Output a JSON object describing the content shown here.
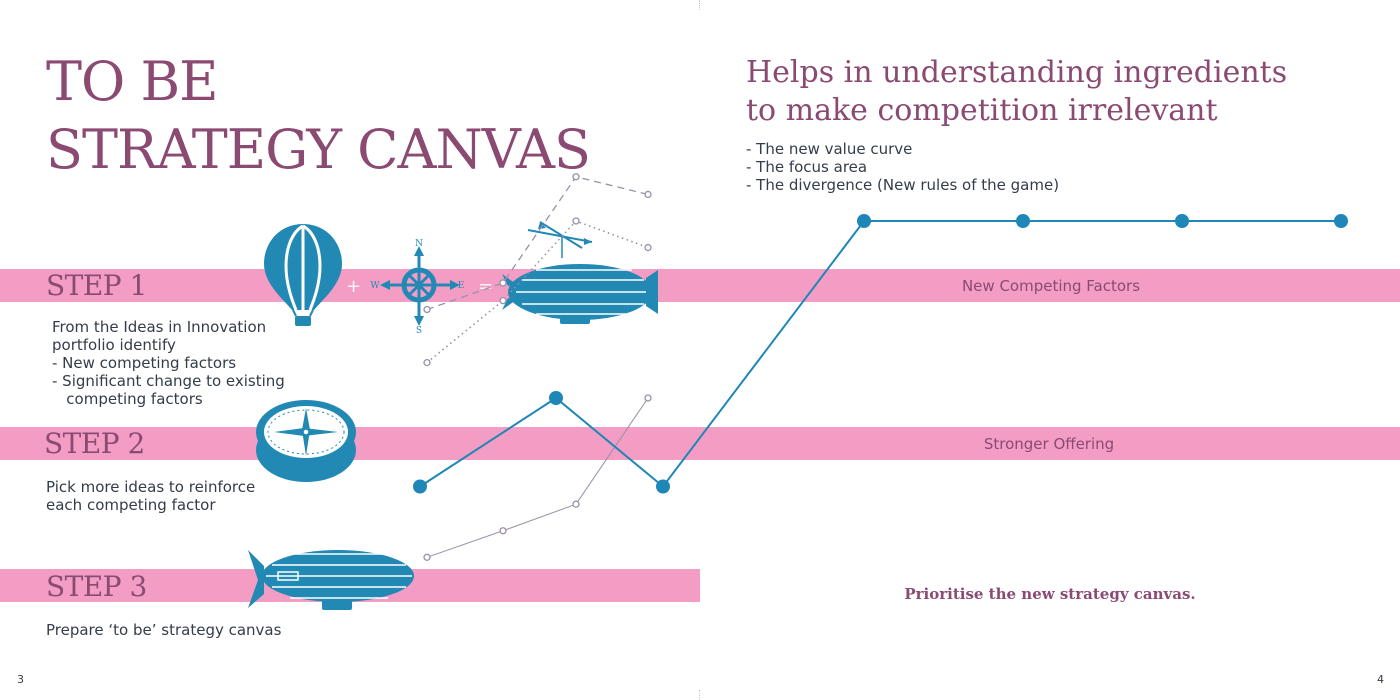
{
  "left_page": {
    "title_lines": [
      "TO BE",
      "STRATEGY CANVAS"
    ],
    "page_number": "3"
  },
  "right_page": {
    "headline_lines": [
      "Helps in understanding ingredients",
      "to make competition irrelevant"
    ],
    "bullets": [
      "- The new value curve",
      "- The focus area",
      "- The divergence (New rules of the game)"
    ],
    "footer_text": "Prioritise the new strategy canvas.",
    "page_number": "4"
  },
  "steps": [
    {
      "label": "STEP 1",
      "band_text": "New Competing Factors",
      "lines": [
        "From the Ideas in Innovation",
        "portfolio identify",
        "- New competing factors",
        "- Significant change to existing",
        "   competing factors"
      ]
    },
    {
      "label": "STEP 2",
      "band_text": "Stronger Offering",
      "lines": [
        "Pick more ideas to reinforce",
        "each competing factor"
      ]
    },
    {
      "label": "STEP 3",
      "lines": [
        "Prepare ‘to be’ strategy canvas"
      ]
    }
  ],
  "icons": {
    "balloon": "hot-air-balloon-icon",
    "helm_compass": "ship-wheel-compass-icon",
    "airship_flying": "airship-with-propeller-icon",
    "compass": "pocket-compass-icon",
    "airship": "airship-icon",
    "plus_sign": "+",
    "equals_sign": "=",
    "compass_letters": {
      "n": "N",
      "s": "S",
      "e": "E",
      "w": "W"
    }
  },
  "colors": {
    "title": "#8b4a72",
    "band": "#f39dc4",
    "icon_blue": "#2289b5",
    "curve_blue": "#1f86b8",
    "grey_curve": "#9990a8"
  },
  "chart_data": {
    "type": "line",
    "series": [
      {
        "style": "solid-highlighted",
        "values": [
          1,
          2,
          1,
          4,
          4,
          4,
          4
        ]
      },
      {
        "style": "dashed",
        "values": [
          3,
          3.3,
          4.5,
          4.3
        ]
      },
      {
        "style": "dotted",
        "values": [
          2.4,
          3.1,
          4,
          3.7
        ]
      },
      {
        "style": "solid-thin",
        "values": [
          0.2,
          0.5,
          0.8,
          2
        ]
      }
    ]
  }
}
